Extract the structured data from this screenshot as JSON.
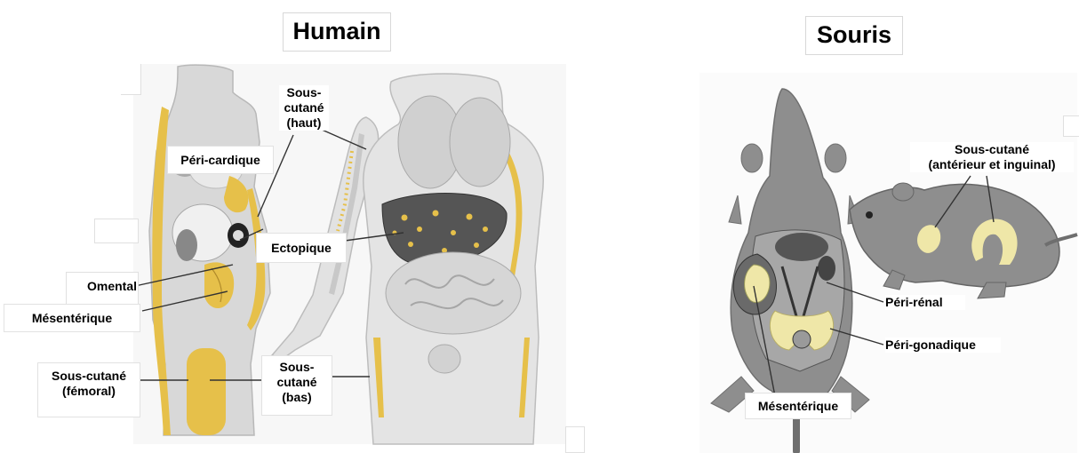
{
  "colors": {
    "fat": "#e6c04a",
    "fat_light": "#efe7a8",
    "body_light": "#dedede",
    "body_mid": "#bdbdbd",
    "mouse_gray": "#8e8e8e",
    "organ_dark": "#6d6d6d",
    "leader": "#333333"
  },
  "human": {
    "title": "Humain",
    "labels": {
      "sous_cutane_haut": [
        "Sous-",
        "cutané",
        "(haut)"
      ],
      "peri_cardique": "Péri-cardique",
      "ectopique": "Ectopique",
      "omental": "Omental",
      "mesenterique": "Mésentérique",
      "sous_cutane_femoral": [
        "Sous-cutané",
        "(fémoral)"
      ],
      "sous_cutane_bas": [
        "Sous-",
        "cutané",
        "(bas)"
      ]
    }
  },
  "mouse": {
    "title": "Souris",
    "labels": {
      "sous_cutane": [
        "Sous-cutané",
        "(antérieur et inguinal)"
      ],
      "peri_renal": "Péri-rénal",
      "peri_gonadique": "Péri-gonadique",
      "mesenterique": "Mésentérique"
    }
  }
}
